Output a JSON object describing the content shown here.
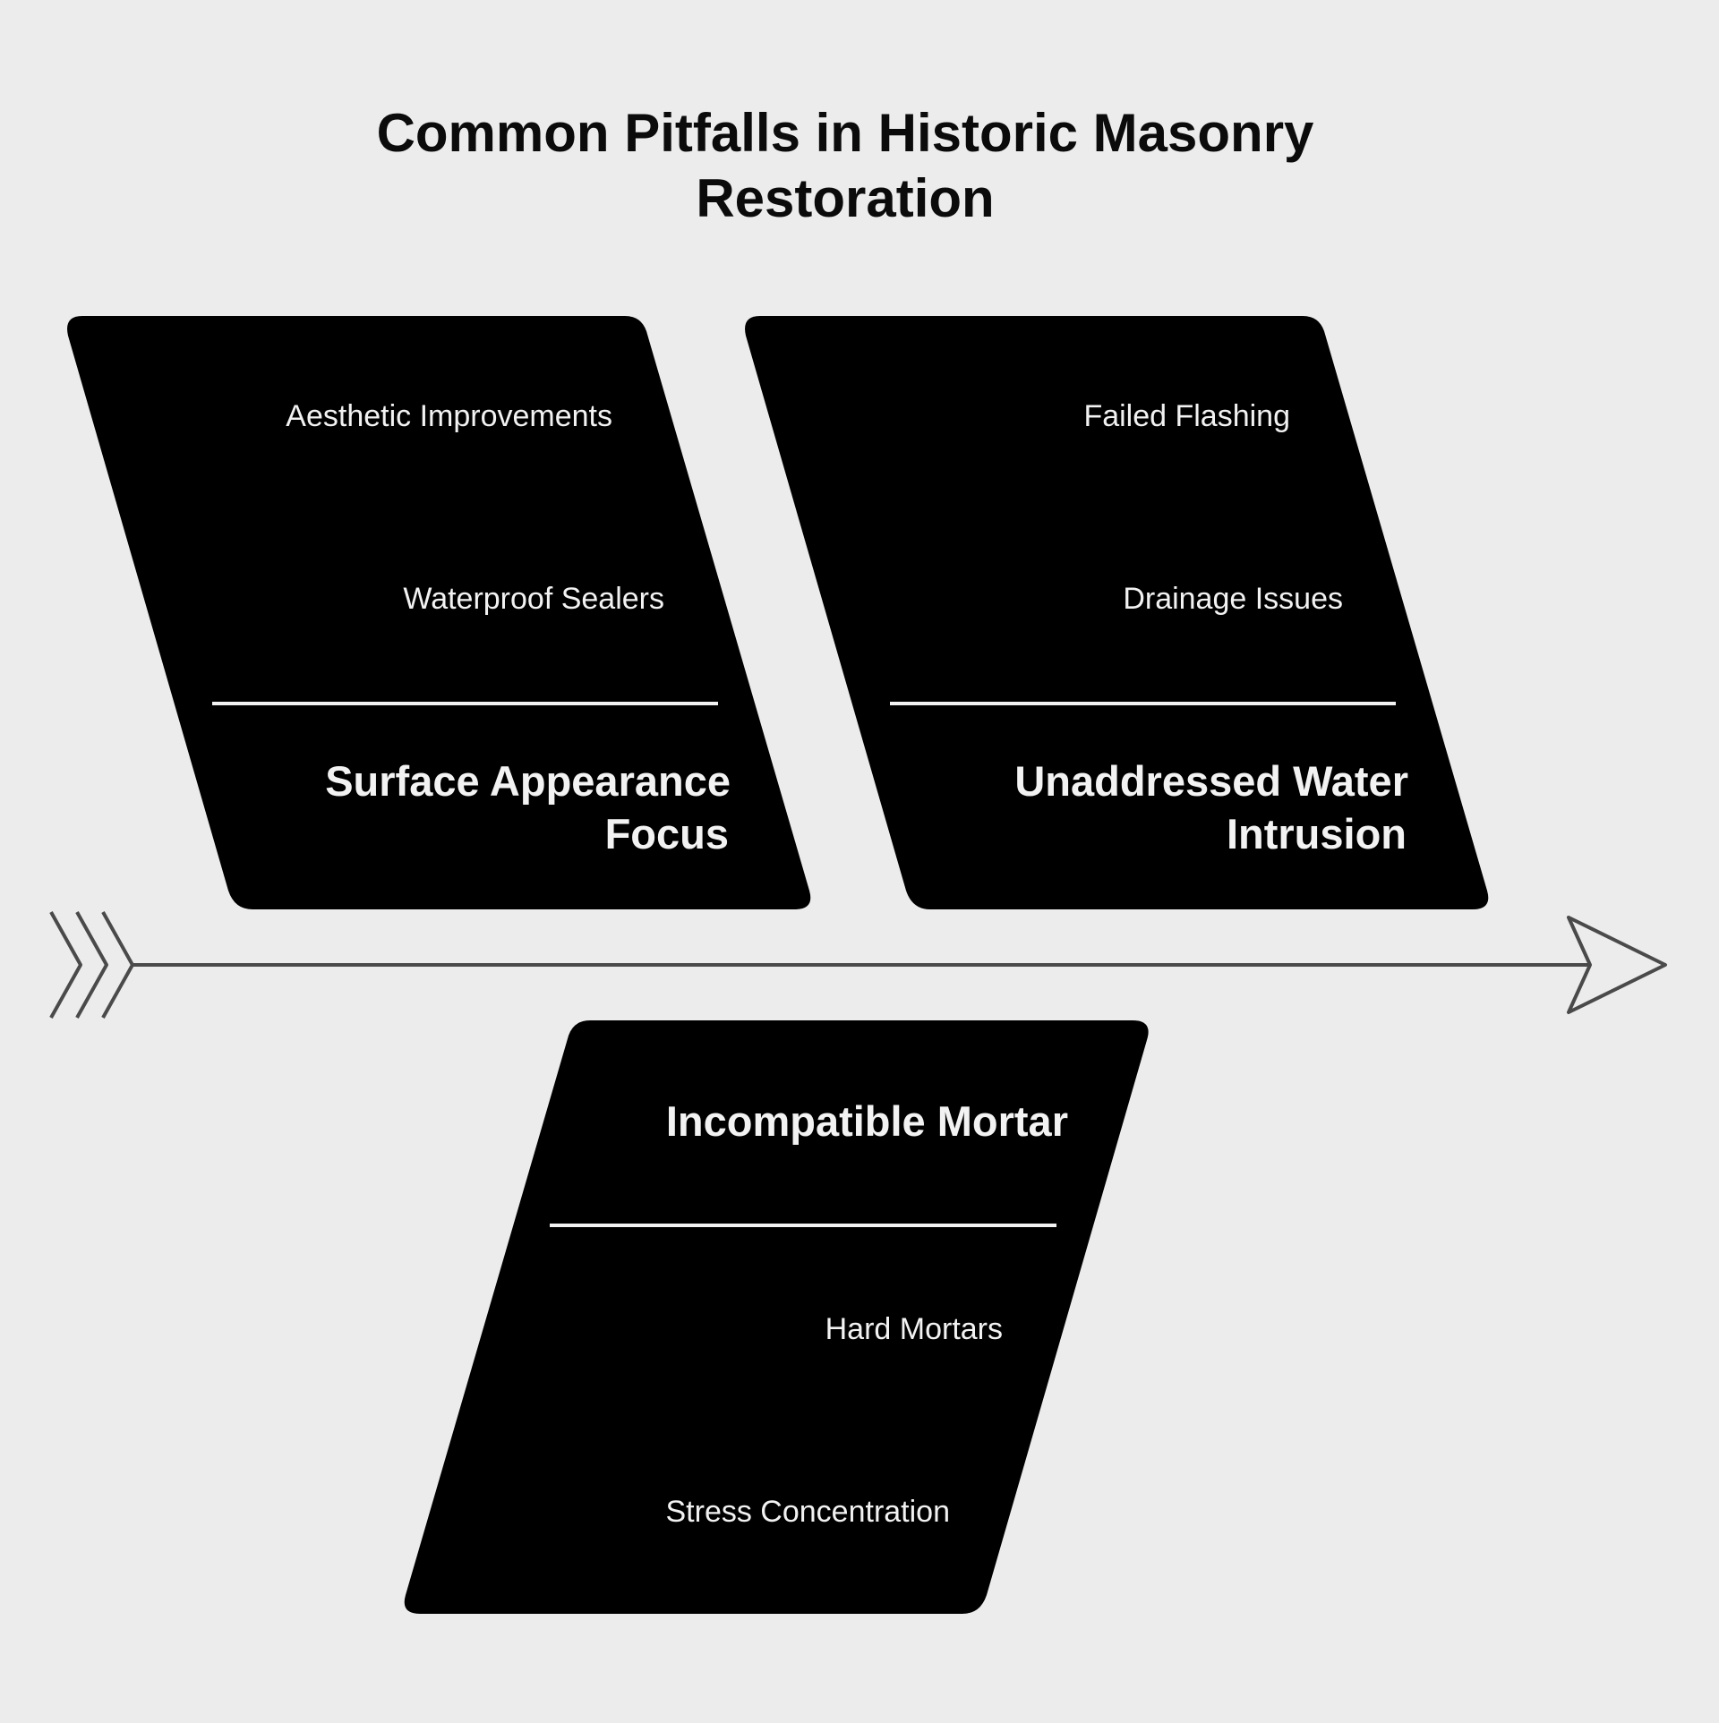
{
  "title": {
    "line1": "Common Pitfalls in Historic Masonry",
    "line2": "Restoration"
  },
  "categories": [
    {
      "label_lines": [
        "Surface Appearance",
        "Focus"
      ],
      "causes": [
        "Aesthetic Improvements",
        "Waterproof Sealers"
      ]
    },
    {
      "label_lines": [
        "Unaddressed Water",
        "Intrusion"
      ],
      "causes": [
        "Failed Flashing",
        "Drainage Issues"
      ]
    },
    {
      "label_lines": [
        "Incompatible Mortar"
      ],
      "causes": [
        "Hard Mortars",
        "Stress Concentration"
      ]
    }
  ],
  "colors": {
    "background": "#ebeceb",
    "box_fill": "#000000",
    "box_text": "#f2f2f2",
    "spine": "#4a4a4a"
  },
  "icons": {
    "spine_tail": "triple-chevron-icon",
    "spine_head": "arrowhead-icon"
  }
}
